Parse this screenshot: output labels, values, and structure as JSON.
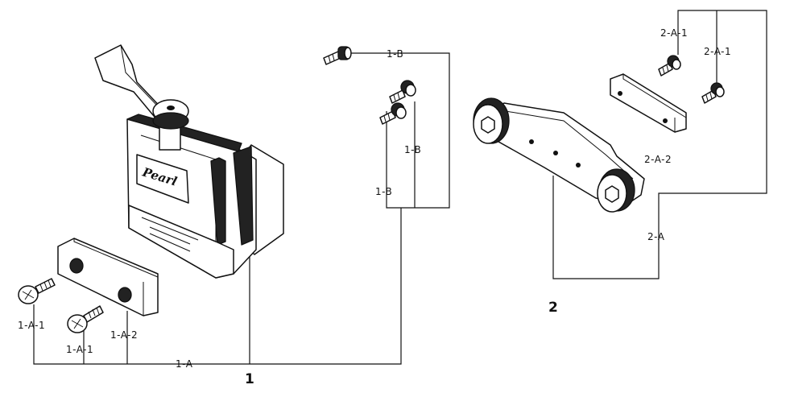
{
  "labels": {
    "l_1B_top": "1-B",
    "l_1B_mid": "1-B",
    "l_1B_low": "1-B",
    "l_1A1_left": "1-A-1",
    "l_1A1_mid": "1-A-1",
    "l_1A2": "1-A-2",
    "l_1A": "1-A",
    "l_1": "1",
    "l_2A1_left": "2-A-1",
    "l_2A1_right": "2-A-1",
    "l_2A2": "2-A-2",
    "l_2A": "2-A",
    "l_2": "2",
    "logo": "Pearl"
  }
}
